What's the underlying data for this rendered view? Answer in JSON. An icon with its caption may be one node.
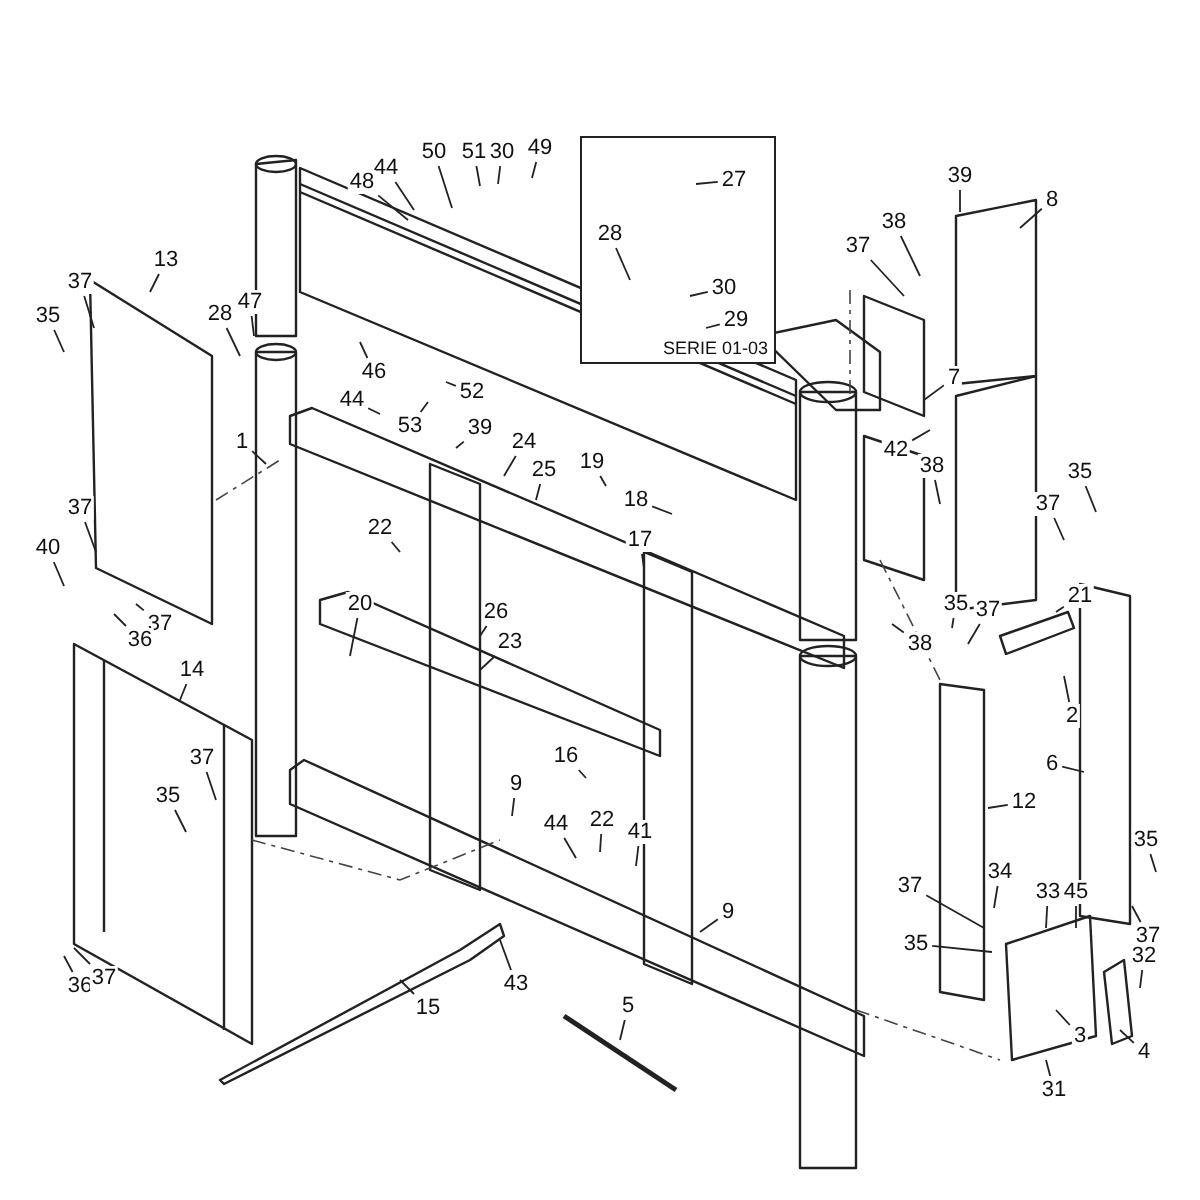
{
  "diagram": {
    "nodes": [
      {
        "text": [
          "50"
        ]
      },
      {
        "text": [
          "51"
        ]
      },
      {
        "text": [
          "30"
        ]
      },
      {
        "text": [
          "49"
        ]
      },
      {
        "text": [
          "44"
        ]
      },
      {
        "text": [
          "48"
        ]
      },
      {
        "text": [
          "13"
        ]
      },
      {
        "text": [
          "37"
        ]
      },
      {
        "text": [
          "35"
        ]
      },
      {
        "text": [
          "47"
        ]
      },
      {
        "text": [
          "28"
        ]
      },
      {
        "text": [
          "46"
        ]
      },
      {
        "text": [
          "44"
        ]
      },
      {
        "text": [
          "52"
        ]
      },
      {
        "text": [
          "53"
        ]
      },
      {
        "text": [
          "39"
        ]
      },
      {
        "text": [
          "1"
        ]
      },
      {
        "text": [
          "24"
        ]
      },
      {
        "text": [
          "25"
        ]
      },
      {
        "text": [
          "19"
        ]
      },
      {
        "text": [
          "18"
        ]
      },
      {
        "text": [
          "17"
        ]
      },
      {
        "text": [
          "22"
        ]
      },
      {
        "text": [
          "37"
        ]
      },
      {
        "text": [
          "40"
        ]
      },
      {
        "text": [
          "37"
        ]
      },
      {
        "text": [
          "36"
        ]
      },
      {
        "text": [
          "20"
        ]
      },
      {
        "text": [
          "26"
        ]
      },
      {
        "text": [
          "23"
        ]
      },
      {
        "text": [
          "SERIE 01-03"
        ]
      },
      {
        "text": [
          "27"
        ],
        "in": 30
      },
      {
        "text": [
          "28"
        ],
        "in": 30
      },
      {
        "text": [
          "30"
        ],
        "in": 30
      },
      {
        "text": [
          "29"
        ],
        "in": 30
      },
      {
        "text": [
          "39"
        ]
      },
      {
        "text": [
          "8"
        ]
      },
      {
        "text": [
          "38"
        ]
      },
      {
        "text": [
          "37"
        ]
      },
      {
        "text": [
          "7"
        ]
      },
      {
        "text": [
          "42"
        ]
      },
      {
        "text": [
          "38"
        ]
      },
      {
        "text": [
          "35"
        ]
      },
      {
        "text": [
          "37"
        ]
      },
      {
        "text": [
          "35"
        ]
      },
      {
        "text": [
          "37"
        ]
      },
      {
        "text": [
          "38"
        ]
      },
      {
        "text": [
          "21"
        ]
      },
      {
        "text": [
          "2"
        ]
      },
      {
        "text": [
          "6"
        ]
      },
      {
        "text": [
          "12"
        ]
      },
      {
        "text": [
          "16"
        ]
      },
      {
        "text": [
          "44"
        ]
      },
      {
        "text": [
          "22"
        ]
      },
      {
        "text": [
          "41"
        ]
      },
      {
        "text": [
          "9"
        ]
      },
      {
        "text": [
          "9"
        ]
      },
      {
        "text": [
          "37"
        ]
      },
      {
        "text": [
          "35"
        ]
      },
      {
        "text": [
          "34"
        ]
      },
      {
        "text": [
          "33"
        ]
      },
      {
        "text": [
          "45"
        ]
      },
      {
        "text": [
          "35"
        ]
      },
      {
        "text": [
          "37"
        ]
      },
      {
        "text": [
          "32"
        ]
      },
      {
        "text": [
          "3"
        ]
      },
      {
        "text": [
          "4"
        ]
      },
      {
        "text": [
          "31"
        ]
      },
      {
        "text": [
          "14"
        ]
      },
      {
        "text": [
          "37"
        ]
      },
      {
        "text": [
          "35"
        ]
      },
      {
        "text": [
          "36"
        ]
      },
      {
        "text": [
          "37"
        ]
      },
      {
        "text": [
          "15"
        ]
      },
      {
        "text": [
          "43"
        ]
      },
      {
        "text": [
          "5"
        ]
      }
    ],
    "edges": [
      {
        "from": 0,
        "to": null,
        "arrow": "none"
      },
      {
        "from": 1,
        "to": null,
        "arrow": "none"
      },
      {
        "from": 2,
        "to": null,
        "arrow": "none"
      },
      {
        "from": 3,
        "to": null,
        "arrow": "none"
      },
      {
        "from": 4,
        "to": null,
        "arrow": "none"
      },
      {
        "from": 5,
        "to": null,
        "arrow": "none"
      },
      {
        "from": 6,
        "to": null,
        "arrow": "none"
      },
      {
        "from": 7,
        "to": null,
        "arrow": "none"
      },
      {
        "from": 8,
        "to": null,
        "arrow": "none"
      },
      {
        "from": 9,
        "to": null,
        "arrow": "none"
      },
      {
        "from": 10,
        "to": null,
        "arrow": "none"
      },
      {
        "from": 11,
        "to": null,
        "arrow": "none"
      },
      {
        "from": 12,
        "to": null,
        "arrow": "none"
      },
      {
        "from": 13,
        "to": null,
        "arrow": "none"
      },
      {
        "from": 14,
        "to": null,
        "arrow": "none"
      },
      {
        "from": 15,
        "to": null,
        "arrow": "none"
      },
      {
        "from": 16,
        "to": null,
        "arrow": "none"
      },
      {
        "from": 17,
        "to": null,
        "arrow": "none"
      },
      {
        "from": 18,
        "to": null,
        "arrow": "none"
      },
      {
        "from": 19,
        "to": null,
        "arrow": "none"
      },
      {
        "from": 20,
        "to": null,
        "arrow": "none"
      },
      {
        "from": 21,
        "to": null,
        "arrow": "none"
      },
      {
        "from": 22,
        "to": null,
        "arrow": "none"
      },
      {
        "from": 23,
        "to": null,
        "arrow": "none"
      },
      {
        "from": 24,
        "to": null,
        "arrow": "none"
      },
      {
        "from": 25,
        "to": null,
        "arrow": "none"
      },
      {
        "from": 26,
        "to": null,
        "arrow": "none"
      },
      {
        "from": 27,
        "to": null,
        "arrow": "none"
      },
      {
        "from": 28,
        "to": null,
        "arrow": "none"
      },
      {
        "from": 29,
        "to": null,
        "arrow": "none"
      },
      {
        "from": 31,
        "to": null,
        "arrow": "none"
      },
      {
        "from": 32,
        "to": null,
        "arrow": "none"
      },
      {
        "from": 33,
        "to": null,
        "arrow": "none"
      },
      {
        "from": 34,
        "to": null,
        "arrow": "none"
      },
      {
        "from": 35,
        "to": null,
        "arrow": "none"
      },
      {
        "from": 36,
        "to": null,
        "arrow": "none"
      },
      {
        "from": 37,
        "to": null,
        "arrow": "none"
      },
      {
        "from": 38,
        "to": null,
        "arrow": "none"
      },
      {
        "from": 39,
        "to": null,
        "arrow": "none"
      },
      {
        "from": 40,
        "to": null,
        "arrow": "none"
      },
      {
        "from": 41,
        "to": null,
        "arrow": "none"
      },
      {
        "from": 42,
        "to": null,
        "arrow": "none"
      },
      {
        "from": 43,
        "to": null,
        "arrow": "none"
      },
      {
        "from": 44,
        "to": null,
        "arrow": "none"
      },
      {
        "from": 45,
        "to": null,
        "arrow": "none"
      },
      {
        "from": 46,
        "to": null,
        "arrow": "none"
      },
      {
        "from": 47,
        "to": null,
        "arrow": "none"
      },
      {
        "from": 48,
        "to": null,
        "arrow": "none"
      },
      {
        "from": 49,
        "to": null,
        "arrow": "none"
      },
      {
        "from": 50,
        "to": null,
        "arrow": "none"
      },
      {
        "from": 51,
        "to": null,
        "arrow": "none"
      },
      {
        "from": 52,
        "to": null,
        "arrow": "none"
      },
      {
        "from": 53,
        "to": null,
        "arrow": "none"
      },
      {
        "from": 54,
        "to": null,
        "arrow": "none"
      },
      {
        "from": 55,
        "to": null,
        "arrow": "none"
      },
      {
        "from": 56,
        "to": null,
        "arrow": "none"
      },
      {
        "from": 57,
        "to": null,
        "arrow": "none"
      },
      {
        "from": 58,
        "to": null,
        "arrow": "none"
      },
      {
        "from": 59,
        "to": null,
        "arrow": "none"
      },
      {
        "from": 60,
        "to": null,
        "arrow": "none"
      },
      {
        "from": 61,
        "to": null,
        "arrow": "none"
      },
      {
        "from": 62,
        "to": null,
        "arrow": "none"
      },
      {
        "from": 63,
        "to": null,
        "arrow": "none"
      },
      {
        "from": 64,
        "to": null,
        "arrow": "none"
      },
      {
        "from": 65,
        "to": null,
        "arrow": "none"
      },
      {
        "from": 66,
        "to": null,
        "arrow": "none"
      },
      {
        "from": 67,
        "to": null,
        "arrow": "none"
      },
      {
        "from": 68,
        "to": null,
        "arrow": "none"
      },
      {
        "from": 69,
        "to": null,
        "arrow": "none"
      },
      {
        "from": 70,
        "to": null,
        "arrow": "none"
      },
      {
        "from": 71,
        "to": null,
        "arrow": "none"
      },
      {
        "from": 72,
        "to": null,
        "arrow": "none"
      },
      {
        "from": 73,
        "to": null,
        "arrow": "none"
      },
      {
        "from": 74,
        "to": null,
        "arrow": "none"
      },
      {
        "from": 75,
        "to": null,
        "arrow": "none"
      }
    ]
  }
}
